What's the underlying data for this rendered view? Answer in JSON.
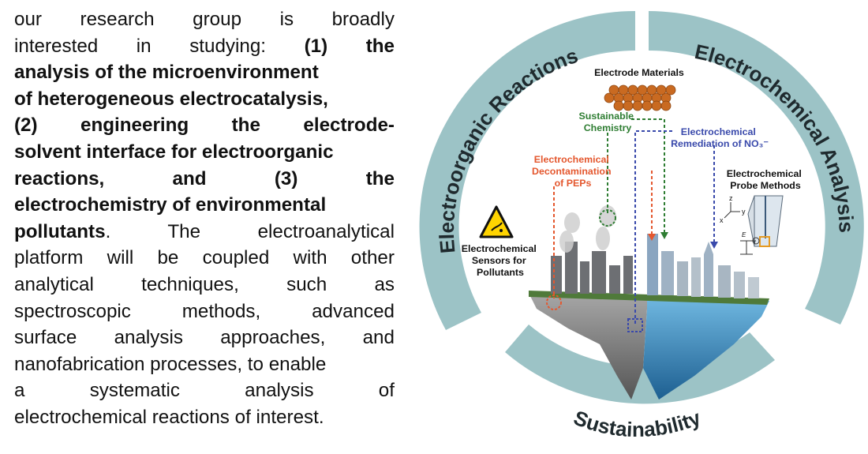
{
  "text": {
    "lines": [
      [
        "our",
        "research",
        "group",
        "is",
        "broadly"
      ],
      [
        "interested",
        "in",
        "studying:",
        "(1)",
        "the"
      ],
      [
        "analysis of the microenvironment"
      ],
      [
        "of heterogeneous electrocatalysis,"
      ],
      [
        "(2)",
        "engineering",
        "the",
        "electrode-"
      ],
      [
        "solvent interface for electroorganic"
      ],
      [
        "reactions,",
        "and",
        "(3)",
        "the"
      ],
      [
        "electrochemistry of environmental"
      ],
      [
        "pollutants",
        ". The",
        "electroanalytical"
      ],
      [
        "platform",
        "will",
        "be",
        "coupled",
        "with",
        "other"
      ],
      [
        "analytical",
        "techniques,",
        "such",
        "as"
      ],
      [
        "spectroscopic",
        "methods,",
        "advanced"
      ],
      [
        "surface",
        "analysis",
        "approaches,",
        "and"
      ],
      [
        "nanofabrication processes, to enable"
      ],
      [
        "a",
        "systematic",
        "analysis",
        "of"
      ],
      [
        "electrochemical reactions of interest."
      ]
    ]
  },
  "figure": {
    "ring": {
      "top_left": "Electroorganic Reactions",
      "top_right": "Electrochemical Analysis",
      "bottom": "Sustainability"
    },
    "labels": {
      "electrode_materials": "Electrode Materials",
      "sustainable_chemistry": [
        "Sustainable",
        "Chemistry"
      ],
      "remediation": [
        "Electrochemical",
        "Remediation of NO₃⁻"
      ],
      "decontamination": [
        "Electrochemical",
        "Decontamination",
        "of PEPs"
      ],
      "probe_methods": [
        "Electrochemical",
        "Probe Methods"
      ],
      "sensors": [
        "Electrochemical",
        "Sensors for",
        "Pollutants"
      ],
      "axes": [
        "z",
        "y",
        "x"
      ],
      "circuit": [
        "E",
        "i"
      ]
    },
    "colors": {
      "ring": "#9cc3c6",
      "orange": "#e4572e",
      "green": "#2e7d32",
      "blue": "#3949ab",
      "water": "#3a8fc4",
      "rock": "#8a8a8a",
      "copper": "#c96a21"
    }
  }
}
